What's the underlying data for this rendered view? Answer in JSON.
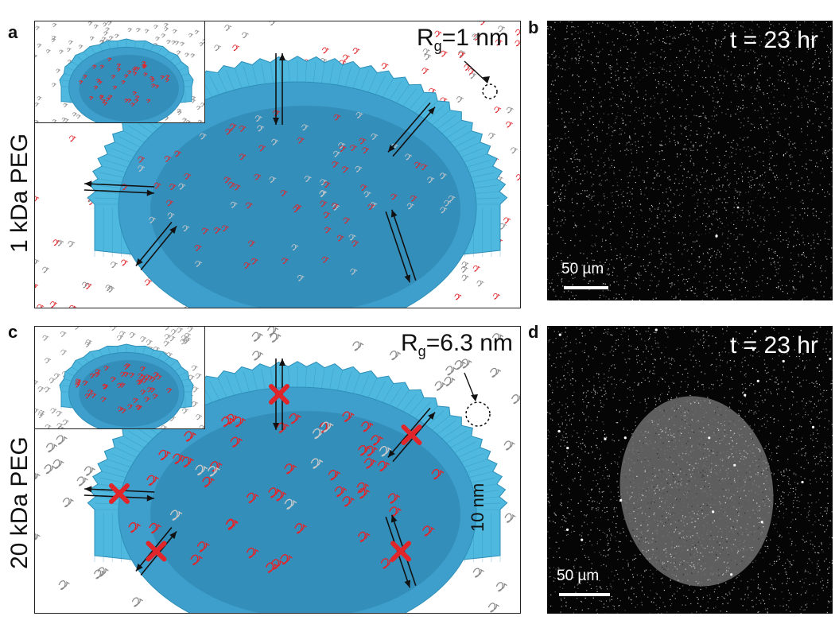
{
  "panels": {
    "a": {
      "letter": "a",
      "row_label": "1 kDa PEG",
      "rg_symbol": "R",
      "rg_sub": "g",
      "rg_value": "=1 nm",
      "blocked": false
    },
    "b": {
      "letter": "b",
      "time": "t = 23 hr",
      "scale": "50 µm"
    },
    "c": {
      "letter": "c",
      "row_label": "20 kDa PEG",
      "rg_symbol": "R",
      "rg_sub": "g",
      "rg_value": "=6.3 nm",
      "thickness": "10 nm",
      "blocked": true
    },
    "d": {
      "letter": "d",
      "time": "t = 23 hr",
      "scale": "50 µm"
    }
  },
  "colors": {
    "membrane": "#4fb8de",
    "membrane_dark": "#2d8fb8",
    "inner": "#3f9fcc",
    "polymer_red": "#e0262b",
    "polymer_gray": "#8a8a8a",
    "block_x": "#e0262b",
    "micro_bg": "#050505"
  }
}
